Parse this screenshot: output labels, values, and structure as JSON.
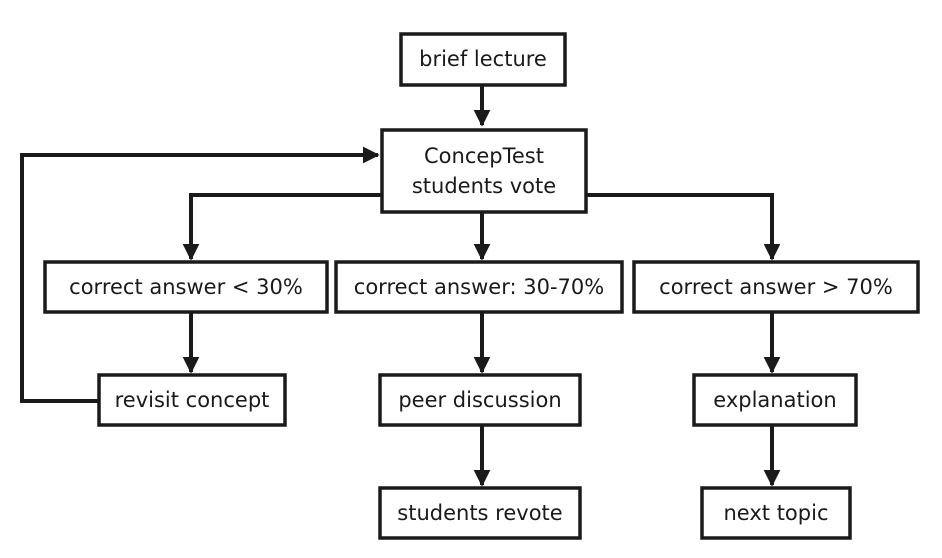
{
  "nodes": {
    "brief_lecture": "brief lecture",
    "conceptest_line1": "ConcepTest",
    "conceptest_line2": "students vote",
    "low": "correct answer < 30%",
    "mid": "correct answer: 30-70%",
    "high": "correct answer > 70%",
    "revisit": "revisit concept",
    "peer": "peer discussion",
    "explanation": "explanation",
    "revote": "students revote",
    "next_topic": "next topic"
  },
  "colors": {
    "stroke": "#1a1a1a",
    "background": "#ffffff"
  }
}
